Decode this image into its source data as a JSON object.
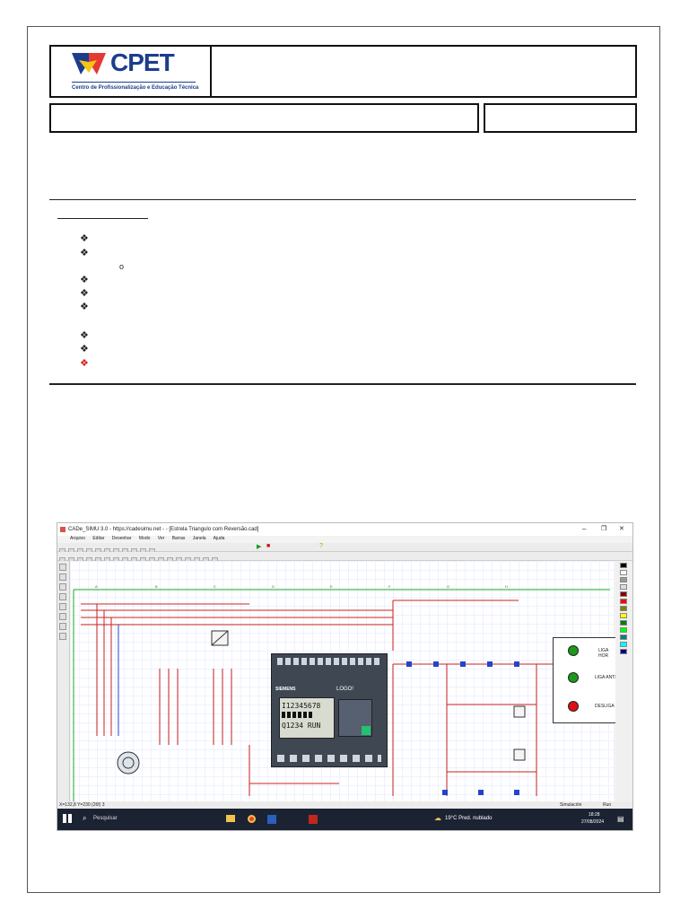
{
  "header": {
    "logo_name": "CPET",
    "logo_subtitle": "Centro de Profissionalização e Educação Técnica"
  },
  "software": {
    "window_title": "CADe_SIMU 3.0 - https://cadesimu.net - - [Estrela Triangulo com Reversão.cad]",
    "menu": [
      "Arquivo",
      "Editar",
      "Desenhar",
      "Modo",
      "Ver",
      "Barras",
      "Janela",
      "Ajuda"
    ],
    "column_labels": [
      "A",
      "B",
      "C",
      "D",
      "E",
      "F",
      "G",
      "H"
    ],
    "plc": {
      "brand": "SIEMENS",
      "model": "LOGO!",
      "lcd_line1": "I12345678",
      "lcd_line3": "Q1234 RUN"
    },
    "lamp_labels": [
      "LIGA HOR",
      "LIGA ANTI",
      "DESLIGA"
    ],
    "status_coords": "X=132,8 Y=230 (26f) 3",
    "status_mode": "Simulación",
    "status_state": "Run",
    "taskbar": {
      "search_placeholder": "Pesquisar",
      "weather": "19°C  Pred. nublado",
      "time": "18:28",
      "date": "27/08/2024"
    },
    "colors": {
      "lamp_green": "#1a9a1a",
      "lamp_red": "#dd1111",
      "wire_red": "#cc2222",
      "wire_blue": "#2244cc",
      "grid_green": "#22aa22"
    }
  }
}
